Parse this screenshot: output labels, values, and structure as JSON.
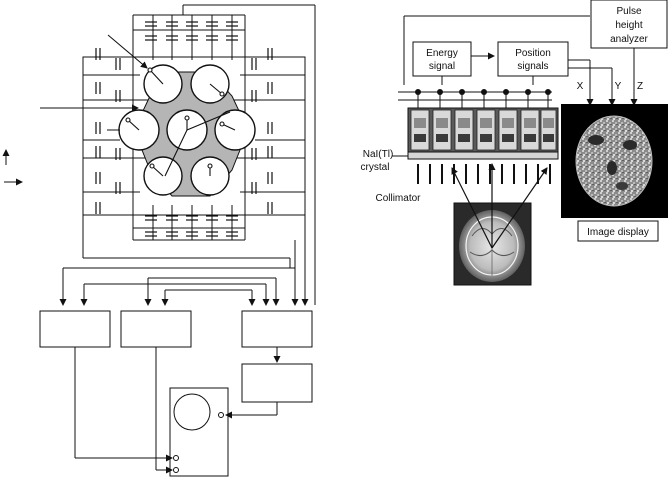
{
  "right_diagram": {
    "energy_signal_label": [
      "Energy",
      "signal"
    ],
    "position_signals_label": [
      "Position",
      "signals"
    ],
    "pulse_height_label": [
      "Pulse",
      "height",
      "analyzer"
    ],
    "axis_x": "X",
    "axis_y": "Y",
    "axis_z": "Z",
    "crystal_label": [
      "NaI(Tl)",
      "crystal"
    ],
    "collimator_label": "Collimator",
    "image_display_label": "Image display"
  }
}
